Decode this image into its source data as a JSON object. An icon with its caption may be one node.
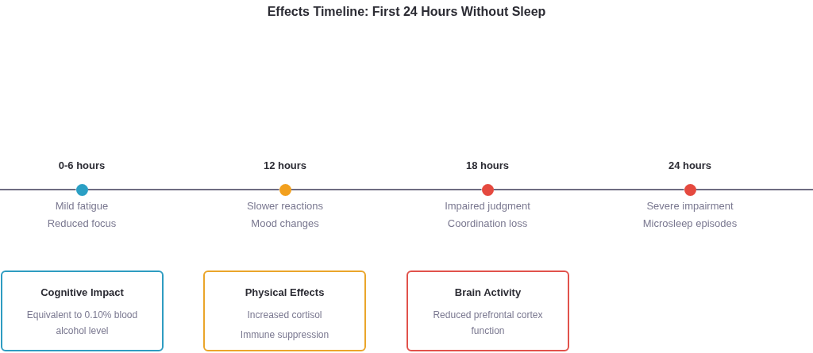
{
  "diagram": {
    "title": "Effects Timeline: First 24 Hours Without Sleep",
    "nodes": [
      {
        "text": [
          "0-6 hours"
        ],
        "beside": [
          "Mild fatigue",
          "Reduced focus"
        ]
      },
      {
        "text": [
          "12 hours"
        ],
        "beside": [
          "Slower reactions",
          "Mood changes"
        ]
      },
      {
        "text": [
          "18 hours"
        ],
        "beside": [
          "Impaired judgment",
          "Coordination loss"
        ]
      },
      {
        "text": [
          "24 hours"
        ],
        "beside": [
          "Severe impairment",
          "Microsleep episodes"
        ]
      },
      {
        "text": [
          "Cognitive Impact",
          "Equivalent to 0.10% blood alcohol level"
        ]
      },
      {
        "text": [
          "Physical Effects",
          "Increased cortisol",
          "Immune suppression"
        ]
      },
      {
        "text": [
          "Brain Activity",
          "Reduced prefrontal cortex function"
        ]
      }
    ],
    "edges": [
      {
        "from": null,
        "to": 0,
        "arrow": "none"
      },
      {
        "from": 0,
        "to": 1,
        "arrow": "none"
      },
      {
        "from": 1,
        "to": 2,
        "arrow": "none"
      },
      {
        "from": 2,
        "to": 3,
        "arrow": "none"
      },
      {
        "from": 3,
        "to": null,
        "arrow": "none"
      }
    ]
  }
}
